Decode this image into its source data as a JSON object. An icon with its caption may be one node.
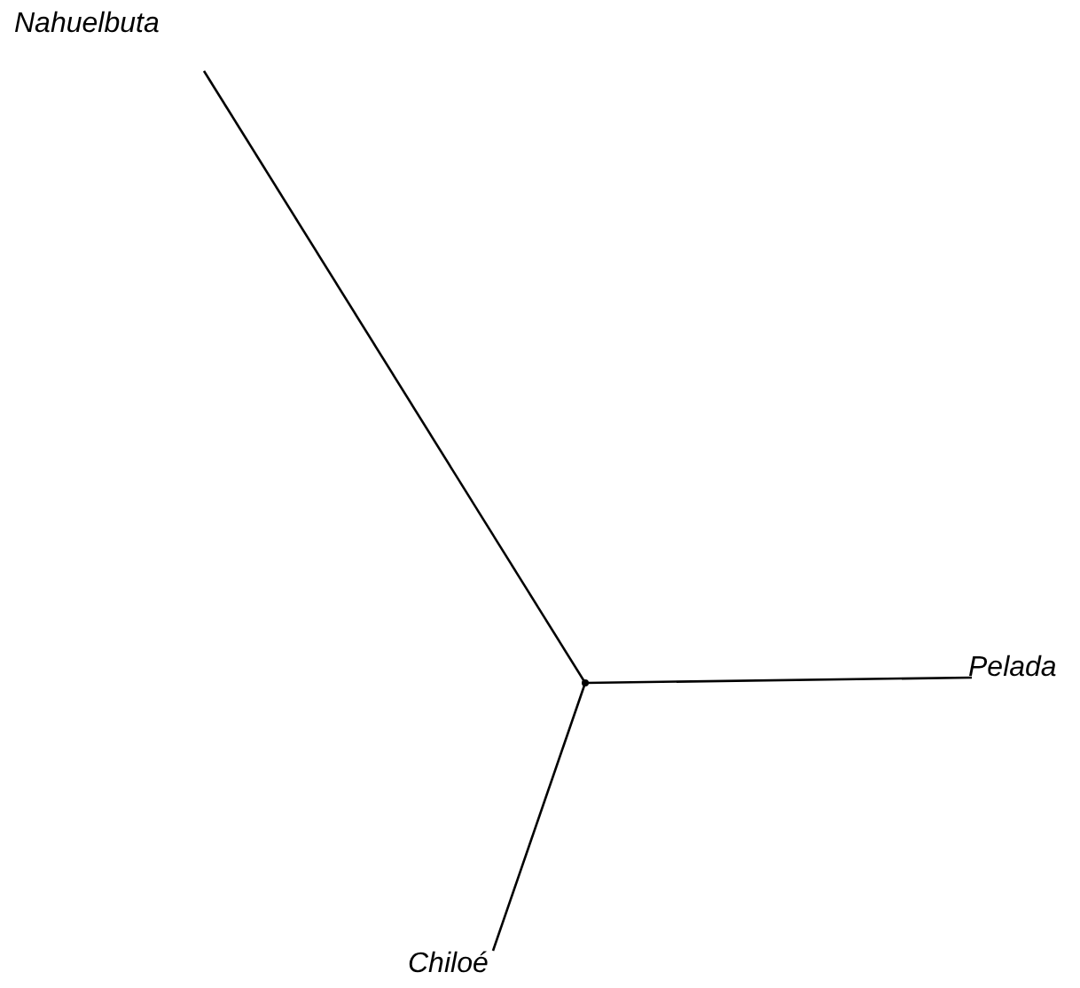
{
  "diagram": {
    "nodes": [
      {
        "text": [
          "Nahuelbuta"
        ]
      },
      {
        "text": [
          "Pelada"
        ]
      },
      {
        "text": [
          "Chiloé"
        ]
      },
      {
        "text": [],
        "shape": "point"
      }
    ],
    "edges": [
      {
        "from": 3,
        "to": 0,
        "arrow": "none"
      },
      {
        "from": 3,
        "to": 1,
        "arrow": "none"
      },
      {
        "from": 3,
        "to": 2,
        "arrow": "none"
      }
    ]
  }
}
